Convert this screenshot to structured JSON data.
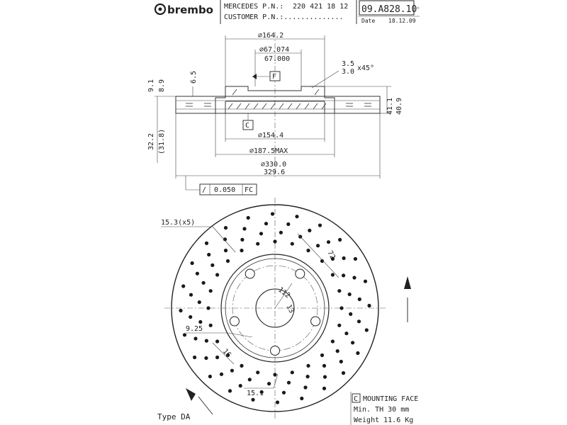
{
  "header": {
    "brand": "brembo",
    "mercedes_label": "MERCEDES P.N.:",
    "mercedes_pn": "220 421 18 12",
    "customer_label": "CUSTOMER P.N.:..............",
    "part_number": "09.A828.10",
    "part_suffix": "-",
    "date_label": "Date",
    "date_value": "18.12.09"
  },
  "section_view": {
    "dims": {
      "d_top": "∅164.2",
      "d_hub_1": "∅67.074",
      "d_hub_2": "67.000",
      "chamfer_1": "3.5",
      "chamfer_2": "3.0",
      "chamfer_angle": "x45°",
      "left_h_1": "9.1",
      "left_h_2": "8.9",
      "left_small": "6.5",
      "right_h_1": "41.1",
      "right_h_2": "40.9",
      "offset_1": "32.2",
      "offset_2": "(31.8)",
      "d_mid": "∅154.4",
      "d_max": "∅187.5MAX",
      "d_outer_1": "∅330.0",
      "d_outer_2": "329.6"
    },
    "datum_f": "F",
    "datum_c": "C",
    "tolerance": {
      "symbol": "/",
      "value": "0.050",
      "ref": "FC"
    }
  },
  "front_view": {
    "dims": {
      "pin_hole": "15.3(x5)",
      "d_72": "72",
      "d_112": "112",
      "d_13": "13",
      "d_925": "9.25",
      "d_16": "16",
      "d_151": "15.1"
    }
  },
  "notes": {
    "mount_letter": "C",
    "mount_text": "MOUNTING FACE",
    "min_th": "Min. TH 30 mm",
    "weight": "Weight 11.6 Kg",
    "type": "Type DA"
  },
  "colors": {
    "ink": "#222222",
    "brand_red": "#c0001a",
    "paper": "#ffffff"
  }
}
